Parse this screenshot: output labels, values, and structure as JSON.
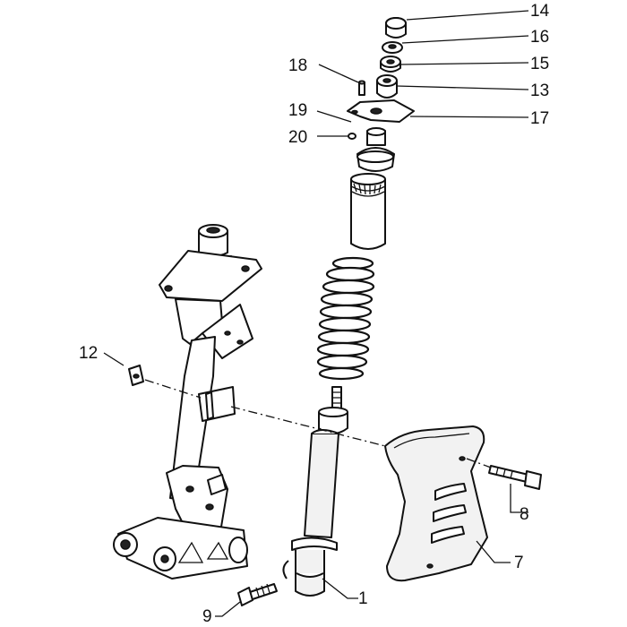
{
  "callouts": {
    "c14": "14",
    "c16": "16",
    "c15": "15",
    "c13": "13",
    "c17": "17",
    "c18": "18",
    "c19": "19",
    "c20": "20",
    "c12": "12",
    "c8": "8",
    "c7": "7",
    "c1": "1",
    "c9": "9"
  }
}
